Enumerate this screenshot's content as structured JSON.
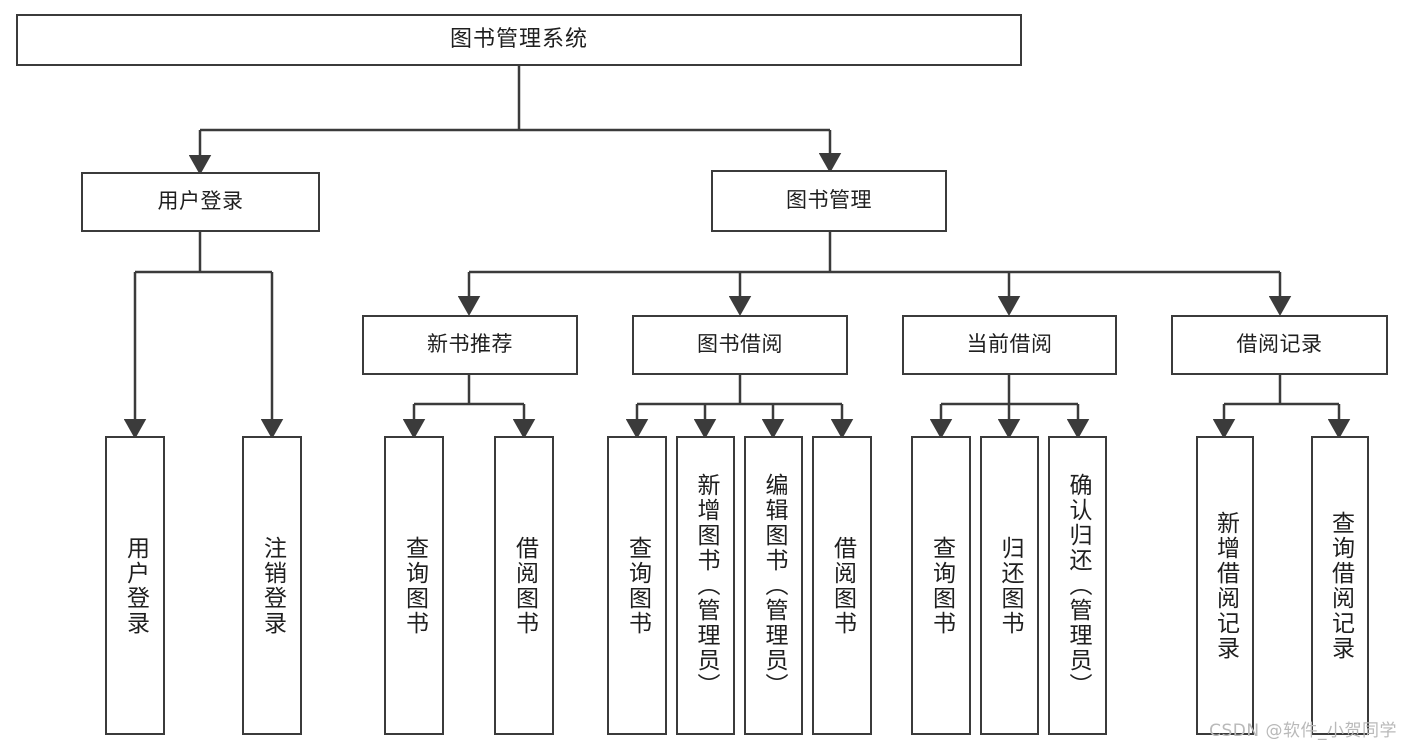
{
  "diagram": {
    "type": "tree",
    "title": "图书管理系统",
    "root": {
      "label": "图书管理系统"
    },
    "level1": [
      {
        "label": "用户登录"
      },
      {
        "label": "图书管理"
      }
    ],
    "level2": [
      {
        "label": "新书推荐"
      },
      {
        "label": "图书借阅"
      },
      {
        "label": "当前借阅"
      },
      {
        "label": "借阅记录"
      }
    ],
    "leaves": {
      "user_login": [
        {
          "label": "用户登录"
        },
        {
          "label": "注销登录"
        }
      ],
      "new_book_recommend": [
        {
          "label": "查询图书"
        },
        {
          "label": "借阅图书"
        }
      ],
      "book_borrow": [
        {
          "label": "查询图书"
        },
        {
          "label": "新增图书（管理员）"
        },
        {
          "label": "编辑图书（管理员）"
        },
        {
          "label": "借阅图书"
        }
      ],
      "current_borrow": [
        {
          "label": "查询图书"
        },
        {
          "label": "归还图书"
        },
        {
          "label": "确认归还（管理员）"
        }
      ],
      "borrow_record": [
        {
          "label": "新增借阅记录"
        },
        {
          "label": "查询借阅记录"
        }
      ]
    }
  },
  "watermark": {
    "text": "CSDN @软件_小贺同学"
  },
  "colors": {
    "stroke": "#3b3b3b",
    "background": "#ffffff",
    "text": "#1f1f1f",
    "watermark": "#b9b9b9"
  }
}
